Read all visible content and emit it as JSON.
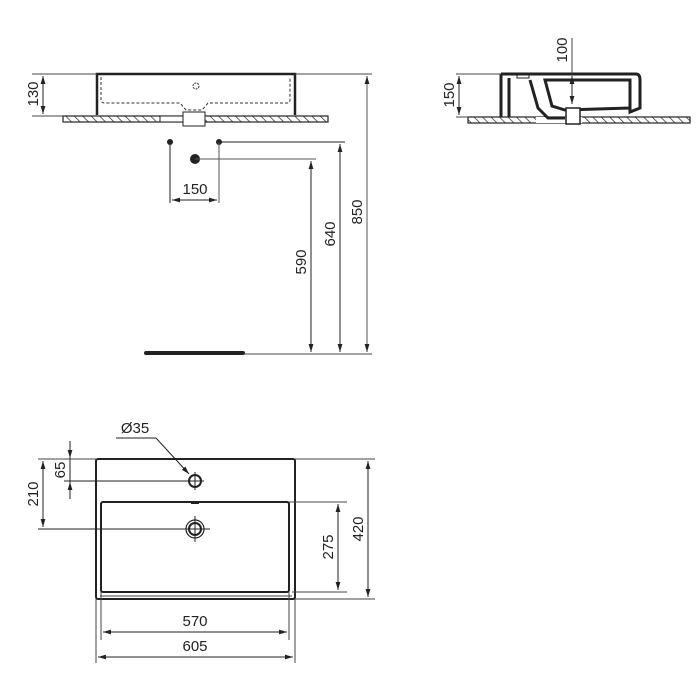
{
  "drawing": {
    "type": "technical-dimension-drawing",
    "subject": "countertop washbasin",
    "units": "mm",
    "front_view": {
      "basin_height": "130",
      "tap_spacing": "150",
      "height_590": "590",
      "height_640": "640",
      "height_850": "850"
    },
    "side_view": {
      "basin_height": "150",
      "bowl_depth": "100"
    },
    "top_view": {
      "tap_hole_diameter": "Ø35",
      "tap_hole_offset": "65",
      "drain_offset": "210",
      "bowl_depth": "275",
      "overall_depth": "420",
      "bowl_width": "570",
      "overall_width": "605"
    }
  }
}
